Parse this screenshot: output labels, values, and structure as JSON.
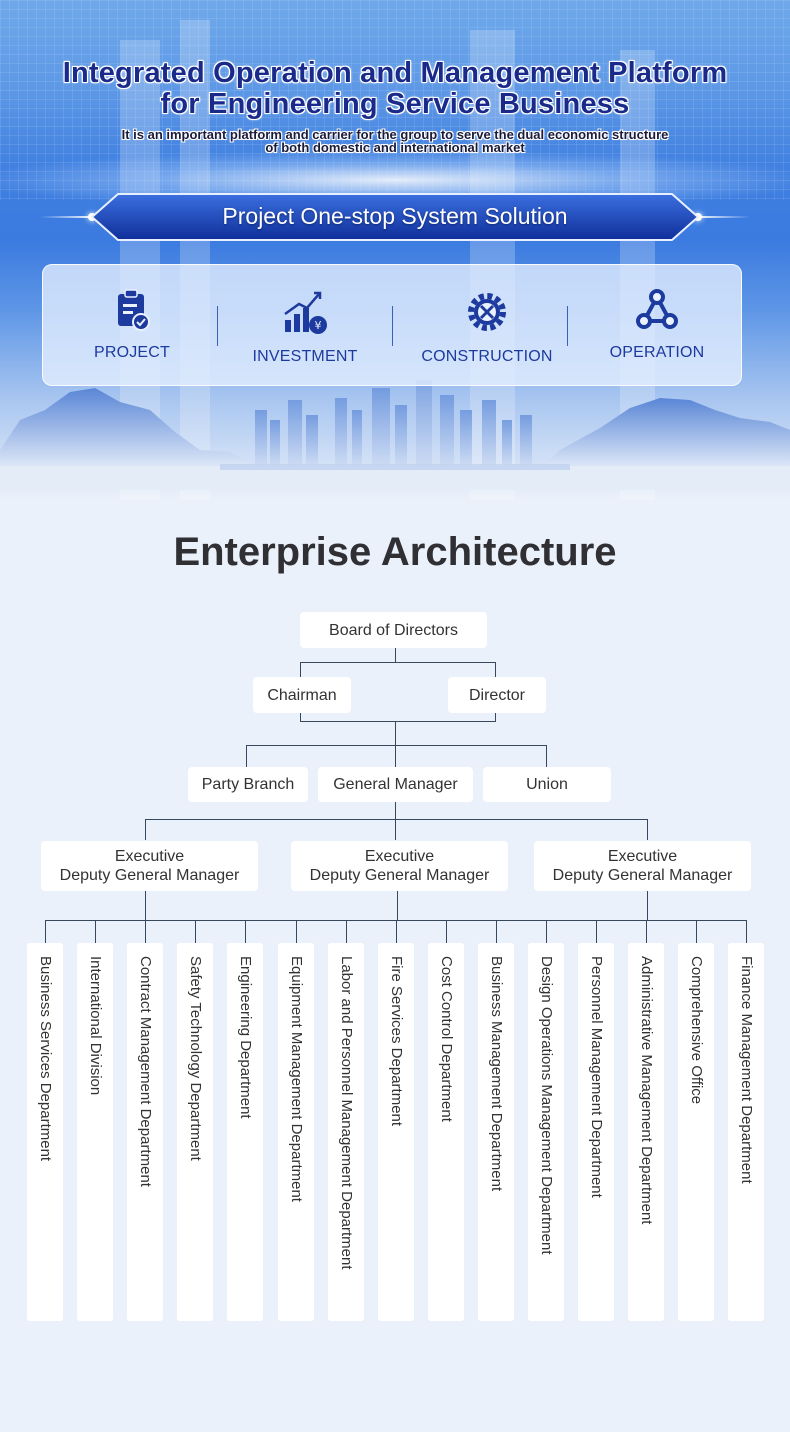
{
  "hero": {
    "title_line1": "Integrated Operation and Management Platform",
    "title_line2": "for Engineering Service Business",
    "subtitle_line1": "It is an important platform and carrier for the group to serve the dual economic structure",
    "subtitle_line2": "of both domestic and international market",
    "banner": "Project One-stop System Solution",
    "features": [
      {
        "label": "PROJECT",
        "icon": "clipboard-check-icon"
      },
      {
        "label": "INVESTMENT",
        "icon": "growth-chart-yen-icon"
      },
      {
        "label": "CONSTRUCTION",
        "icon": "gear-tools-icon"
      },
      {
        "label": "OPERATION",
        "icon": "triangle-nodes-icon"
      }
    ]
  },
  "architecture": {
    "title": "Enterprise Architecture",
    "board": "Board of Directors",
    "level2": [
      "Chairman",
      "Director"
    ],
    "level3": [
      "Party Branch",
      "General Manager",
      "Union"
    ],
    "executives": [
      {
        "line1": "Executive",
        "line2": "Deputy General Manager"
      },
      {
        "line1": "Executive",
        "line2": "Deputy General Manager"
      },
      {
        "line1": "Executive",
        "line2": "Deputy General Manager"
      }
    ],
    "departments": [
      "Business Services Department",
      "International Division",
      "Contract Management Department",
      "Safety Technology Department",
      "Engineering Department",
      "Equipment Management Department",
      "Labor and Personnel Management Department",
      "Fire Services Department",
      "Cost Control Department",
      "Business Management Department",
      "Design Operations Management Department",
      "Personnel Management Department",
      "Administrative Management Department",
      "Comprehensive Office",
      "Finance Management Department"
    ]
  },
  "colors": {
    "title": "#1a2a8a",
    "icon": "#1d3a9e",
    "banner": "#1e4fc4",
    "connector": "#35485e",
    "page_bg": "#ebf1fa"
  }
}
